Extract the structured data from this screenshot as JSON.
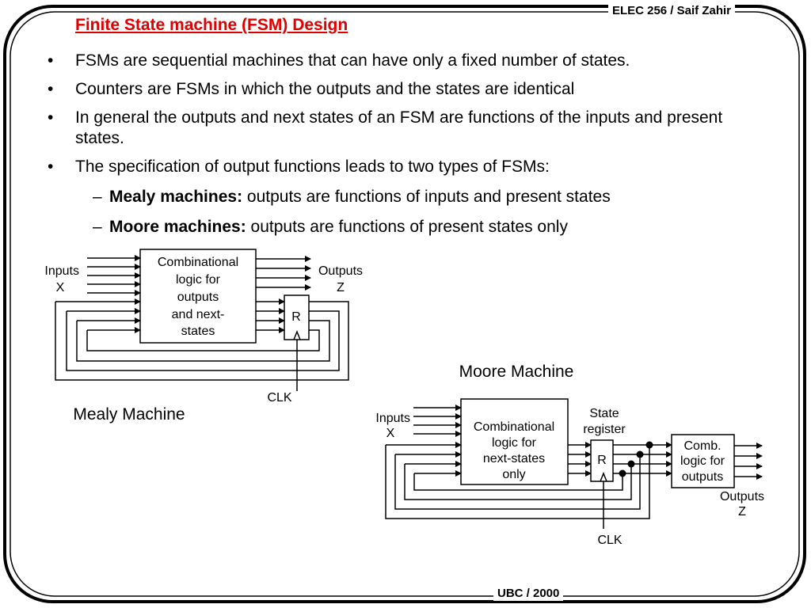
{
  "header": {
    "course": "ELEC 256 / Saif Zahir",
    "footer": "UBC / 2000"
  },
  "title": "Finite State machine (FSM) Design",
  "bullets": [
    "FSMs are sequential machines that can have only a fixed number of states.",
    "Counters are FSMs in which the outputs and the states are identical",
    "In general the outputs and next states of an FSM are functions of the inputs and present states.",
    "The specification of output functions leads to two types of FSMs:"
  ],
  "subbullets": [
    {
      "term": "Mealy machines:",
      "text": " outputs are functions of inputs and present states"
    },
    {
      "term": "Moore machines:",
      "text": " outputs are functions of present states only"
    }
  ],
  "mealy": {
    "caption": "Mealy Machine",
    "inputs_label": "Inputs",
    "inputs_var": "X",
    "outputs_label": "Outputs",
    "outputs_var": "Z",
    "logic_lines": [
      "Combinational",
      "logic for",
      "outputs",
      "and next-",
      "states"
    ],
    "register": "R",
    "clk": "CLK"
  },
  "moore": {
    "caption": "Moore Machine",
    "inputs_label": "Inputs",
    "inputs_var": "X",
    "logic_lines": [
      "Combinational",
      "logic for",
      "next-states",
      "only"
    ],
    "state_reg_lines": [
      "State",
      "register"
    ],
    "register": "R",
    "out_logic_lines": [
      "Comb.",
      "logic for",
      "outputs"
    ],
    "outputs_label": "Outputs",
    "outputs_var": "Z",
    "clk": "CLK"
  }
}
